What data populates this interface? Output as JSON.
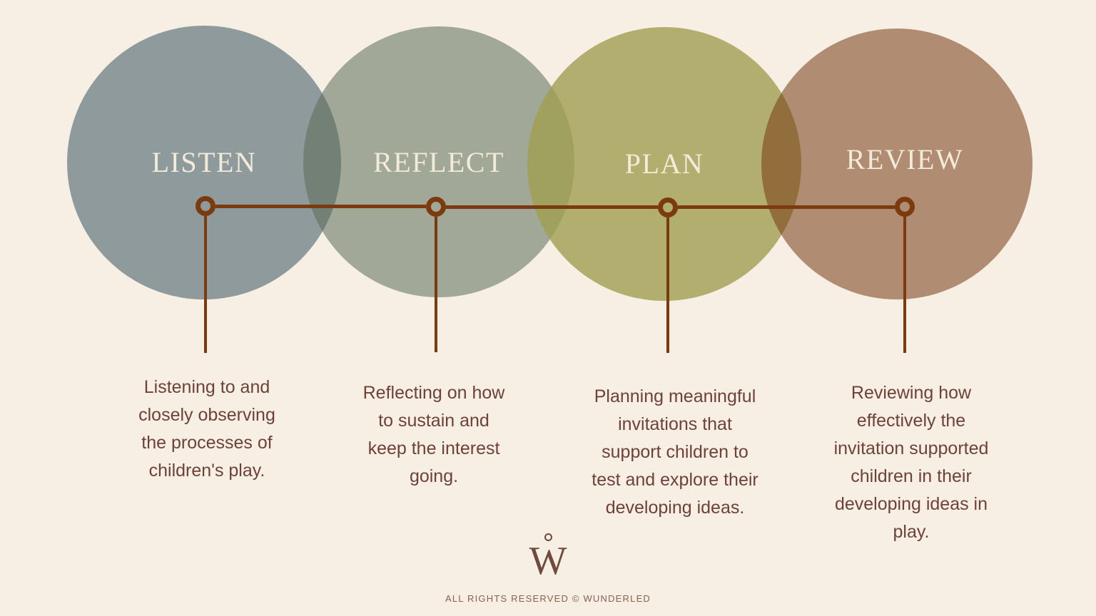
{
  "colors": {
    "background": "#F7EFE4",
    "connector_line": "#7C3A0F",
    "stage_label_text": "#F2EBDA",
    "description_text": "#6E4139",
    "footer_text": "#8A6053",
    "logo": "#6F4B3E",
    "circle_observed": [
      "#8F9A9C",
      "#A2A897",
      "#B1AD6E",
      "#B08C72"
    ]
  },
  "stages": [
    {
      "label": "LISTEN",
      "fill": "rgba(143,154,156,1)",
      "description": "Listening to and closely observing the processes of children's play.",
      "lines": [
        "Listening to and",
        "closely observing",
        "the processes of",
        "children's play."
      ]
    },
    {
      "label": "REFLECT",
      "fill": "rgba(90,108,85,0.54)",
      "description": "Reflecting on how to sustain and keep the interest going.",
      "lines": [
        "Reflecting on how",
        "to sustain and",
        "keep the interest",
        "going."
      ]
    },
    {
      "label": "PLAN",
      "fill": "rgba(160,157,81,0.8)",
      "description": "Planning meaningful invitations that support children to test and explore their developing ideas.",
      "lines": [
        "Planning meaningful",
        "invitations that",
        "support children to",
        "test and explore their",
        "developing ideas."
      ]
    },
    {
      "label": "REVIEW",
      "fill": "rgba(116,56,17,0.54)",
      "description": "Reviewing how effectively the invitation supported children in their developing ideas in play.",
      "lines": [
        "Reviewing how",
        "effectively the",
        "invitation supported",
        "children in their",
        "developing ideas in",
        "play."
      ]
    }
  ],
  "footer": {
    "logo_letter": "W",
    "copyright": "ALL RIGHTS RESERVED © WUNDERLED"
  }
}
